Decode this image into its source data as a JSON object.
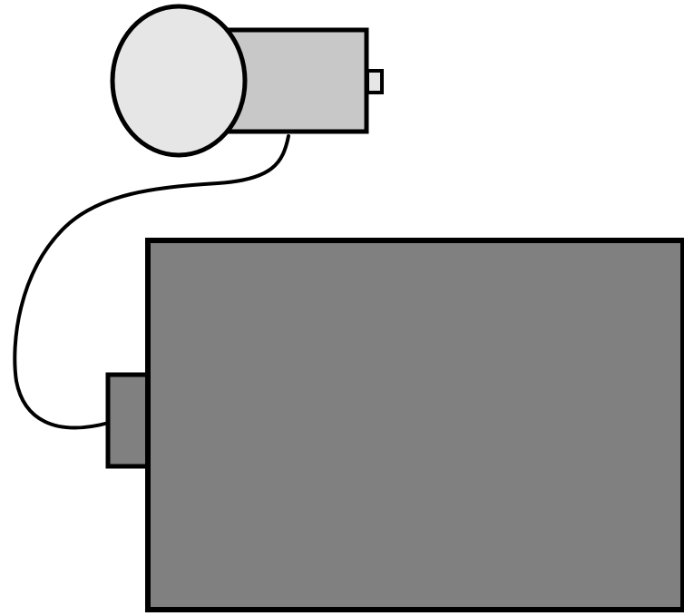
{
  "diagram": {
    "colors": {
      "outline": "#000000",
      "background": "#ffffff",
      "lamp_lens": "#e6e6e6",
      "lamp_body": "#c8c8c8",
      "base_unit": "#808080",
      "connector": "#808080",
      "knob": "#e6e6e6"
    },
    "components": [
      {
        "id": "lamp-head",
        "description_icon": "round-lens-with-housing"
      },
      {
        "id": "cable",
        "description_icon": "curved-wire"
      },
      {
        "id": "connector-block",
        "description_icon": "side-plug"
      },
      {
        "id": "base-unit",
        "description_icon": "large-rectangular-box"
      }
    ]
  }
}
